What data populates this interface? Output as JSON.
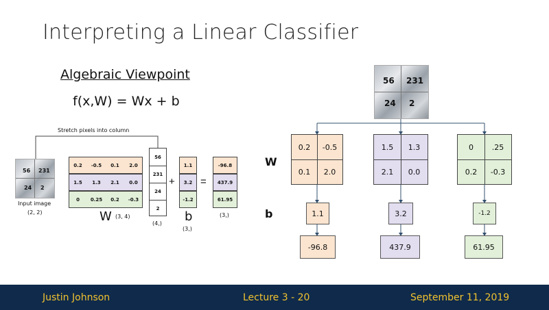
{
  "title": "Interpreting a Linear Classifier",
  "subtitle": "Algebraic Viewpoint",
  "formula": "f(x,W) = Wx + b",
  "stretch_label": "Stretch pixels into column",
  "input": {
    "pixels": [
      "56",
      "231",
      "24",
      "2"
    ],
    "label": "Input image",
    "shape": "(2, 2)"
  },
  "matrix": {
    "rows": [
      [
        "0.2",
        "-0.5",
        "0.1",
        "2.0"
      ],
      [
        "1.5",
        "1.3",
        "2.1",
        "0.0"
      ],
      [
        "0",
        "0.25",
        "0.2",
        "-0.3"
      ]
    ],
    "W_label": "W",
    "W_shape": "(3, 4)",
    "x": [
      "56",
      "231",
      "24",
      "2"
    ],
    "x_shape": "(4,)",
    "plus": "+",
    "b": [
      "1.1",
      "3.2",
      "-1.2"
    ],
    "b_label": "b",
    "b_shape": "(3,)",
    "equals": "=",
    "out": [
      "-96.8",
      "437.9",
      "61.95"
    ],
    "out_shape": "(3,)",
    "row_colors": [
      "#fbe5d0",
      "#e3ddf0",
      "#e2f0d9"
    ]
  },
  "tree": {
    "pixels": [
      "56",
      "231",
      "24",
      "2"
    ],
    "W_label": "W",
    "b_label": "b",
    "classes": [
      {
        "w": [
          "0.2",
          "-0.5",
          "0.1",
          "2.0"
        ],
        "b": "1.1",
        "out": "-96.8",
        "color": "#fbe5d0"
      },
      {
        "w": [
          "1.5",
          "1.3",
          "2.1",
          "0.0"
        ],
        "b": "3.2",
        "out": "437.9",
        "color": "#e3ddf0"
      },
      {
        "w": [
          "0",
          ".25",
          "0.2",
          "-0.3"
        ],
        "b": "-1.2",
        "out": "61.95",
        "color": "#e2f0d9"
      }
    ]
  },
  "footer": {
    "author": "Justin Johnson",
    "lecture": "Lecture 3 - 20",
    "date": "September 11, 2019"
  }
}
